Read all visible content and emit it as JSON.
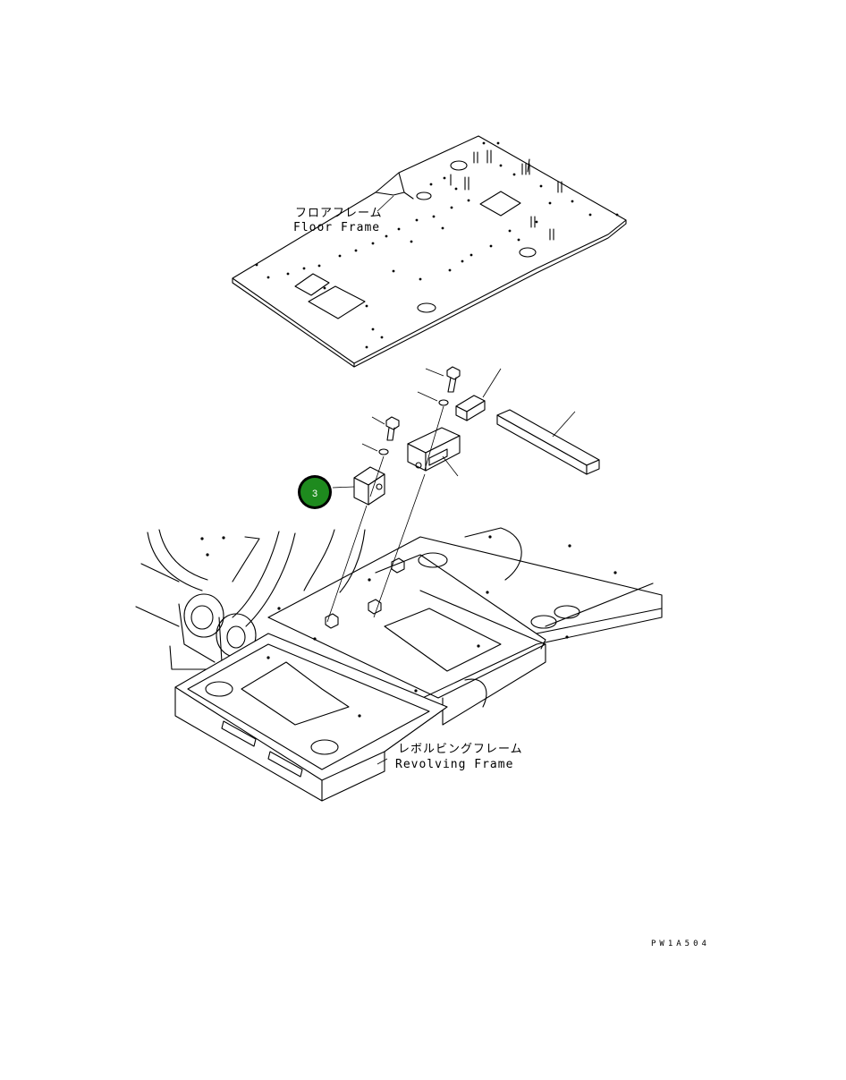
{
  "labels": {
    "floor_frame_jp": "フロアフレーム",
    "floor_frame_en": "Floor Frame",
    "revolving_frame_jp": "レボルビングフレーム",
    "revolving_frame_en": "Revolving Frame"
  },
  "callouts": [
    {
      "number": "3",
      "color": "#1e8a1e"
    }
  ],
  "drawing_code": "PW1A504"
}
